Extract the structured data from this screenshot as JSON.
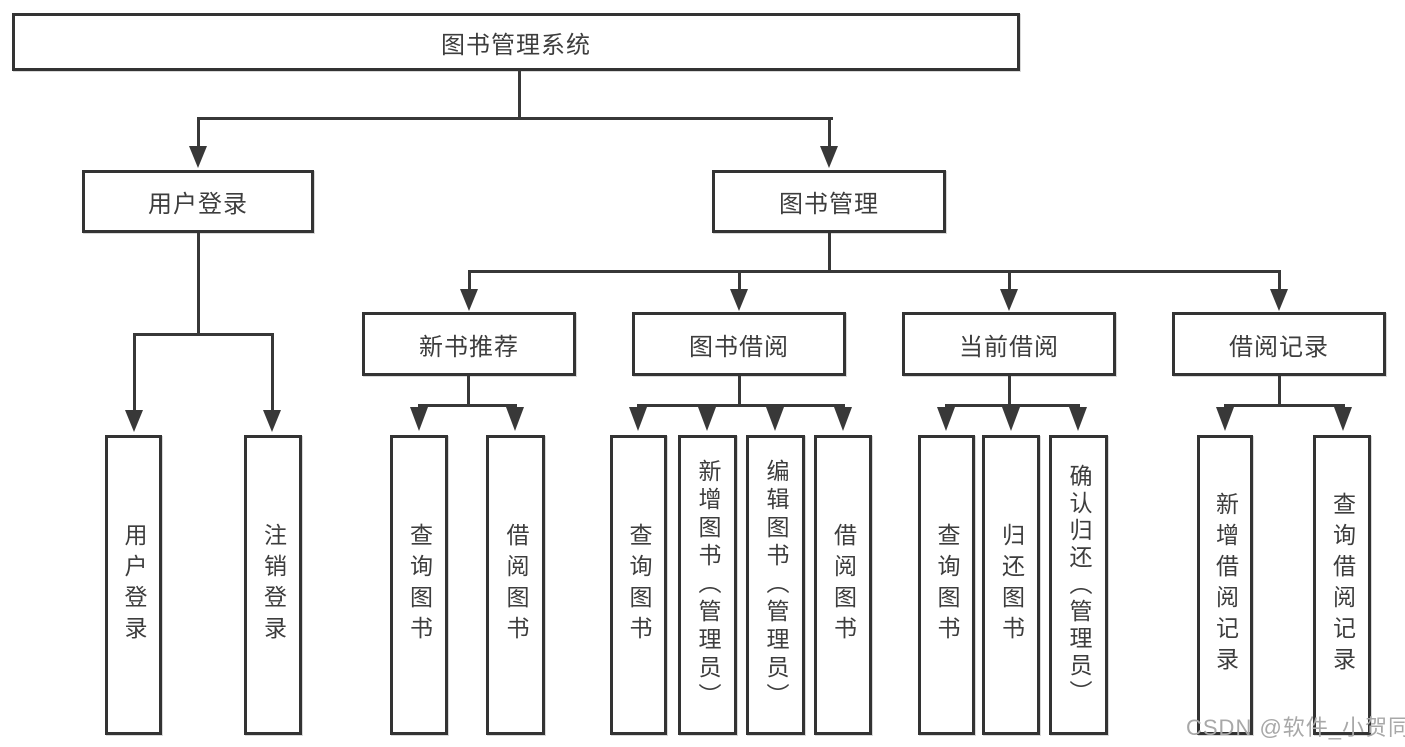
{
  "diagram": {
    "type": "feature-tree",
    "colors": {
      "line": "#383838",
      "box_border": "#333333",
      "text": "#3d3d3d",
      "watermark": "#a8a8a8",
      "background": "#ffffff"
    },
    "tree": {
      "label": "图书管理系统",
      "children": [
        {
          "label": "用户登录",
          "children": [
            {
              "label": "用户登录"
            },
            {
              "label": "注销登录"
            }
          ]
        },
        {
          "label": "图书管理",
          "children": [
            {
              "label": "新书推荐",
              "children": [
                {
                  "label": "查询图书"
                },
                {
                  "label": "借阅图书"
                }
              ]
            },
            {
              "label": "图书借阅",
              "children": [
                {
                  "label": "查询图书"
                },
                {
                  "label": "新增图书（管理员）"
                },
                {
                  "label": "编辑图书（管理员）"
                },
                {
                  "label": "借阅图书"
                }
              ]
            },
            {
              "label": "当前借阅",
              "children": [
                {
                  "label": "查询图书"
                },
                {
                  "label": "归还图书"
                },
                {
                  "label": "确认归还（管理员）"
                }
              ]
            },
            {
              "label": "借阅记录",
              "children": [
                {
                  "label": "新增借阅记录"
                },
                {
                  "label": "查询借阅记录"
                }
              ]
            }
          ]
        }
      ]
    },
    "watermark": {
      "text": "CSDN @软件_小贺同学"
    }
  }
}
